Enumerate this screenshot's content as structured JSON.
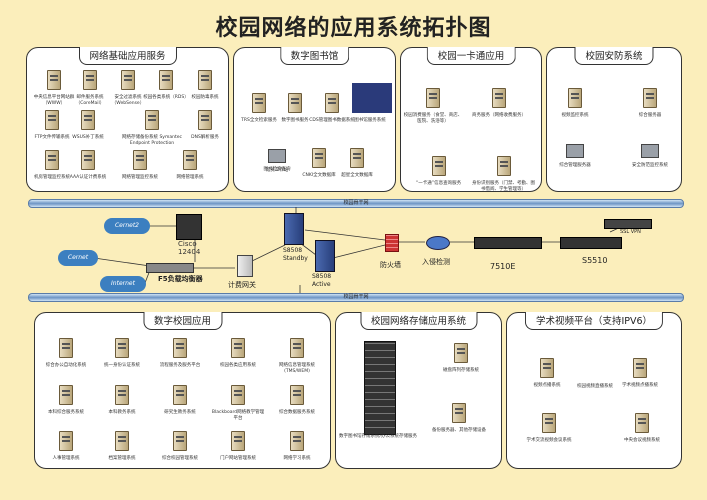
{
  "title": "校园网络的应用系统拓扑图",
  "panels": {
    "p1": "网络基础应用服务",
    "p2": "数字图书馆",
    "p3": "校园一卡通应用",
    "p4": "校园安防系统",
    "p5": "数字校园应用",
    "p6": "校园网络存储应用系统",
    "p7": "学术视频平台（支持IPV6）"
  },
  "p1_nodes": [
    "中央信息平台网站群（WWW）",
    "邮件服务系统（CoreMail）",
    "安全过滤系统（WebSense）",
    "校园各类系统（RDS）",
    "校园防毒系统",
    "FTP文件传输系统",
    "WSUS补丁系统",
    "网络存储备份系统 Symantec Endpoint Protection",
    "DNS解析服务",
    "机房管理监控系统",
    "AAA认证计费系统",
    "网络管理监控系统",
    "网络管理系统"
  ],
  "p2_nodes": [
    "TRS全文检索服务",
    "数字图书服务",
    "CDS管理图书数据系统",
    "图书馆服务系统",
    "馆员工作站",
    "图书检索查询",
    "CNKI全文数据库",
    "超星全文数据库"
  ],
  "p3_nodes": [
    "校园消费服务（食堂、商店、医院、洗浴等）",
    "商务服务（网络收费服务）",
    "“一卡通”信息查询服务",
    "身份识别服务（门禁、考勤、图书借阅、学生管理等）"
  ],
  "p4_nodes": [
    "视频监控系统",
    "综合服务器",
    "综合管理服务器",
    "安全防范监控系统"
  ],
  "p5_nodes": [
    "综合办公自动化系统",
    "统一身份认证系统",
    "流程服务及服务平台",
    "校园各类应用系统",
    "网络信息管理系统(TMS/WEM)",
    "本科综合服务系统",
    "本科教务系统",
    "研究生教务系统",
    "Blackboard网络教学管理平台",
    "综合数据服务系统",
    "人事管理系统",
    "档案管理系统",
    "综合校园管理系统",
    "门户网站管理系统",
    "网络学习系统"
  ],
  "p6_nodes": [
    "磁盘阵列存储系统",
    "数字图书馆存储系统/办公系统存储服务",
    "备份服务器、其他存储设备"
  ],
  "p7_nodes": [
    "视频点播系统",
    "学术视频点播系统",
    "校园视频直播系统",
    "学术交流视频会议系统",
    "中央会议视频系统"
  ],
  "bus_top": "校园骨干网",
  "bus_bottom": "校园骨干网",
  "devices": {
    "cernet2": "Cernet2",
    "cernet": "Cernet",
    "internet": "Internet",
    "cisco": "Cisco 12404",
    "f5": "F5负载均衡器",
    "billing": "计费网关",
    "s8508_standby": "S8508 Standby",
    "s8508_active": "S8508 Active",
    "firewall": "防火墙",
    "ids": "入侵检测",
    "s7510e": "7510E",
    "s5510": "S5510",
    "ssl_vpn": "SSL VPN"
  }
}
